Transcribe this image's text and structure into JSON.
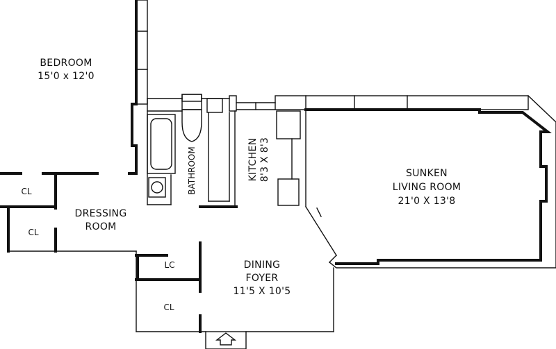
{
  "rooms": {
    "bedroom": {
      "name": "BEDROOM",
      "size": "15'0 x 12'0"
    },
    "dressing": {
      "name_line1": "DRESSING",
      "name_line2": "ROOM"
    },
    "cl_left_top": {
      "name": "CL"
    },
    "cl_left_bottom": {
      "name": "CL"
    },
    "bathroom": {
      "name": "BATHROOM"
    },
    "kitchen": {
      "name": "KITCHEN",
      "size": "8'3 X 8'3"
    },
    "living": {
      "name_line1": "SUNKEN",
      "name_line2": "LIVING ROOM",
      "size": "21'0 X 13'8"
    },
    "dining": {
      "name_line1": "DINING",
      "name_line2": "FOYER",
      "size": "11'5 X 10'5"
    },
    "lc": {
      "name": "LC"
    },
    "cl_foyer": {
      "name": "CL"
    }
  },
  "entry": {
    "icon": "up-arrow-icon"
  }
}
